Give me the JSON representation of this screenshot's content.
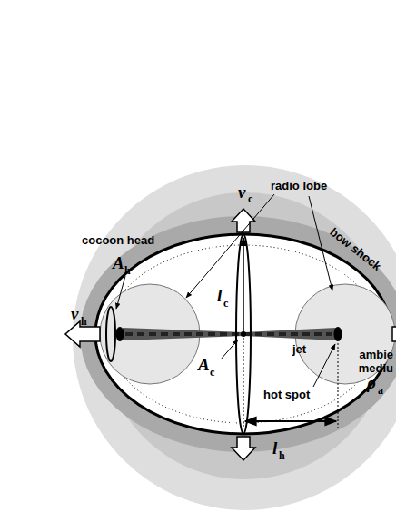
{
  "diagram": {
    "labels": [
      "v",
      "h",
      "cocoon head",
      "A",
      "h",
      "v",
      "c",
      "radio lobe",
      "l",
      "c",
      "bow shock",
      "jet",
      "A",
      "c",
      "hot spot",
      "ambie",
      "mediu",
      "ρ",
      "a",
      "l",
      "h"
    ]
  }
}
